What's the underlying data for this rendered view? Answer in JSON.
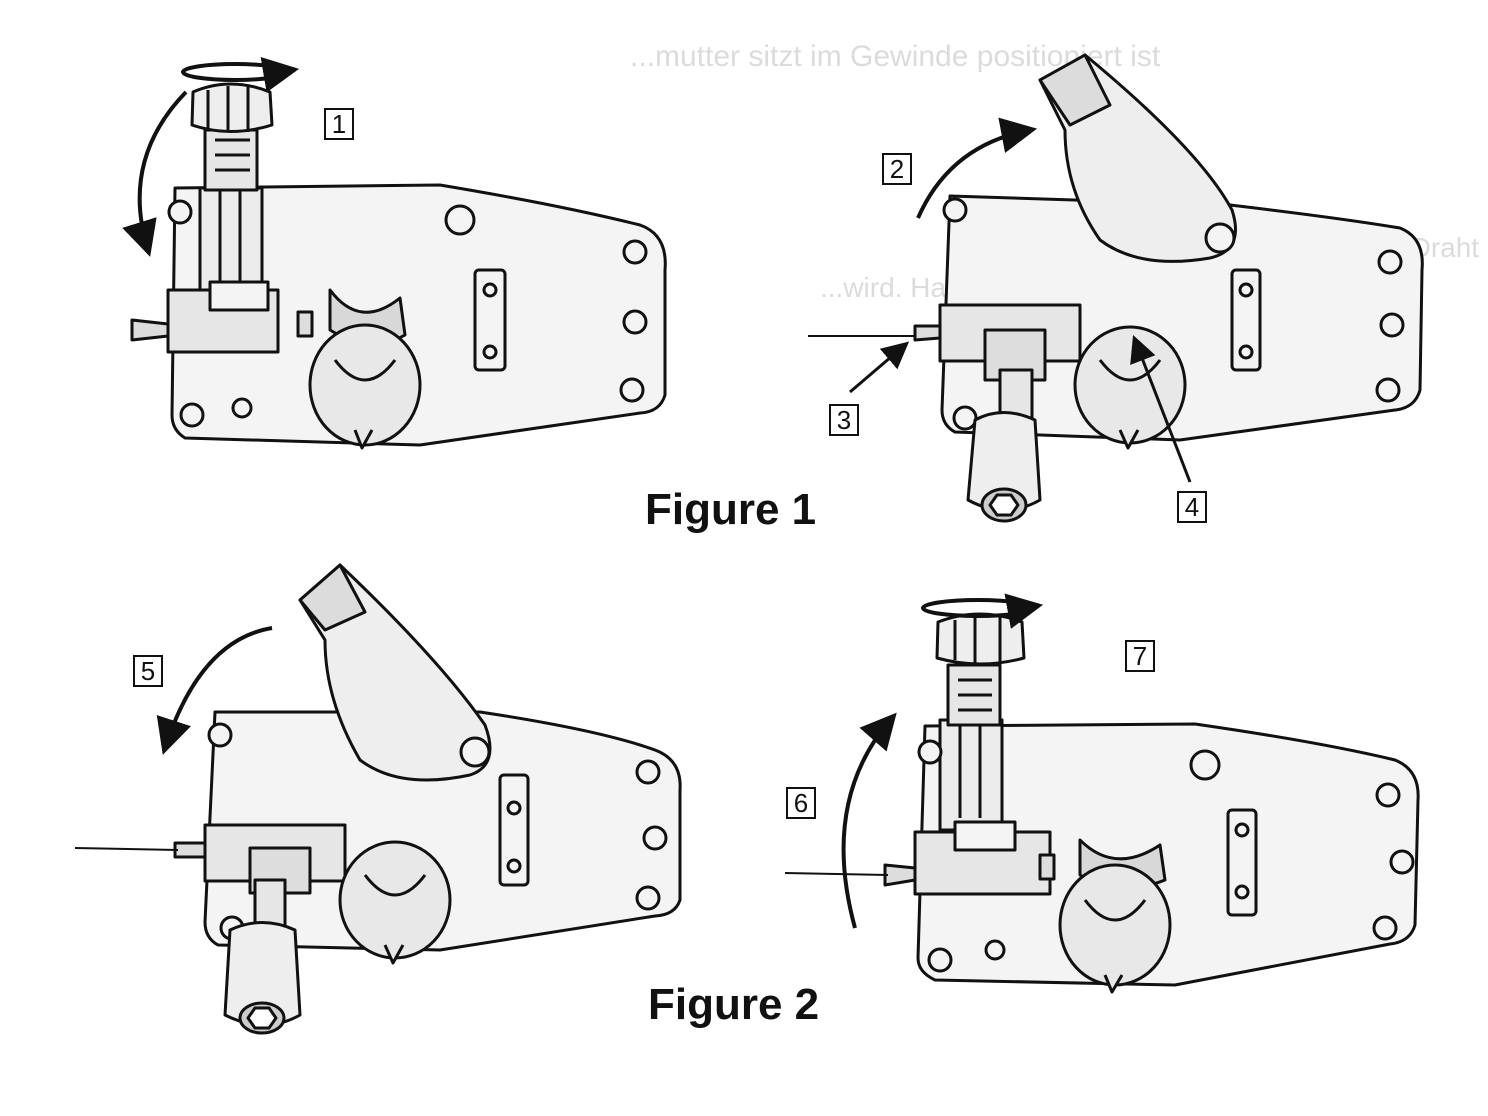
{
  "figures": [
    {
      "caption": "Figure 1"
    },
    {
      "caption": "Figure 2"
    }
  ],
  "callouts": [
    "1",
    "2",
    "3",
    "4",
    "5",
    "6",
    "7"
  ],
  "bleed_through_text": {
    "line1": "...mutter sitzt im Gewinde positioniert ist",
    "line2": "...nicht mit dem aufgewickelten Draht ...",
    "line3": "...wird. Halten Sie das Ende des Drahtes ... los."
  },
  "colors": {
    "ink": "#111111",
    "body_fill": "#f4f4f4",
    "shade": "#cfcfcf",
    "ghost": "#9a9a9a"
  }
}
